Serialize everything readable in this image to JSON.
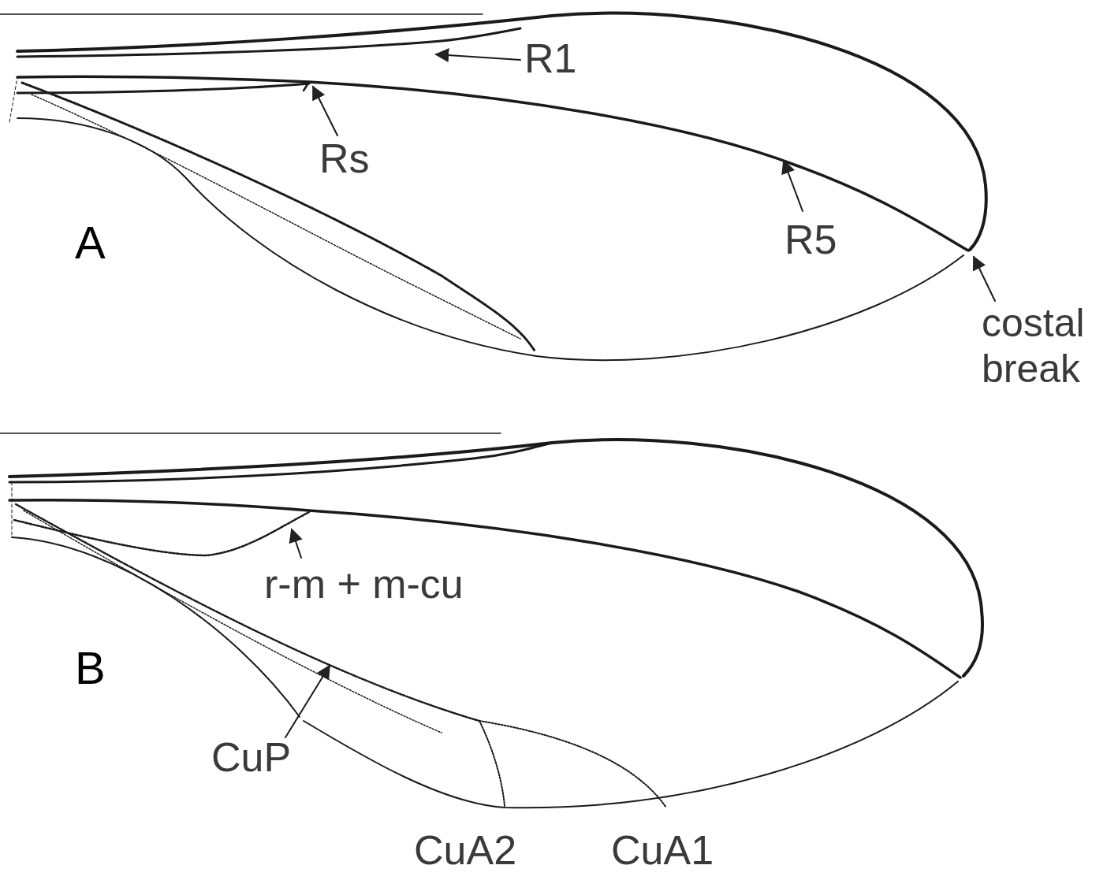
{
  "diagram": {
    "labels": [
      "R1",
      "Rs",
      "A",
      "R5",
      "costal break",
      "r-m + m-cu",
      "B",
      "CuP",
      "CuA2",
      "CuA1"
    ]
  }
}
